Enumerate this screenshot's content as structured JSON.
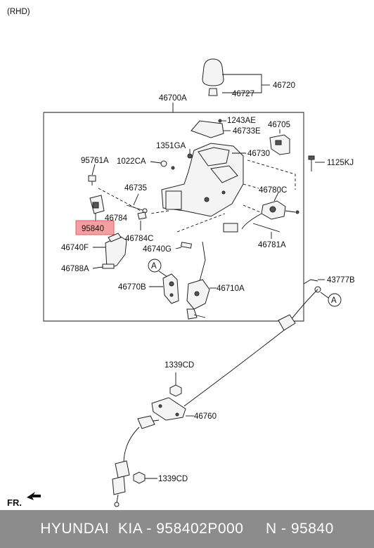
{
  "header": {
    "variant": "(RHD)"
  },
  "labels": {
    "p46720": "46720",
    "p46727": "46727",
    "p46700A": "46700A",
    "p1243AE": "1243AE",
    "p46733E": "46733E",
    "p46705": "46705",
    "p1351GA": "1351GA",
    "p46730": "46730",
    "p95761A": "95761A",
    "p1022CA": "1022CA",
    "p1125KJ": "1125KJ",
    "p46735": "46735",
    "p46780C": "46780C",
    "p46784": "46784",
    "p95840": "95840",
    "p46784C": "46784C",
    "p46781A": "46781A",
    "p46740F": "46740F",
    "p46740G": "46740G",
    "p46788A": "46788A",
    "p46770B": "46770B",
    "p46710A": "46710A",
    "p43777B": "43777B",
    "p1339CD_top": "1339CD",
    "p46760": "46760",
    "p1339CD_bottom": "1339CD",
    "refA": "A",
    "refA2": "A",
    "front": "FR."
  },
  "highlight": {
    "part": "95840",
    "color": "#f08080"
  },
  "footer": {
    "text": "HYUNDAI  KIA - 958402P000     N - 95840"
  }
}
